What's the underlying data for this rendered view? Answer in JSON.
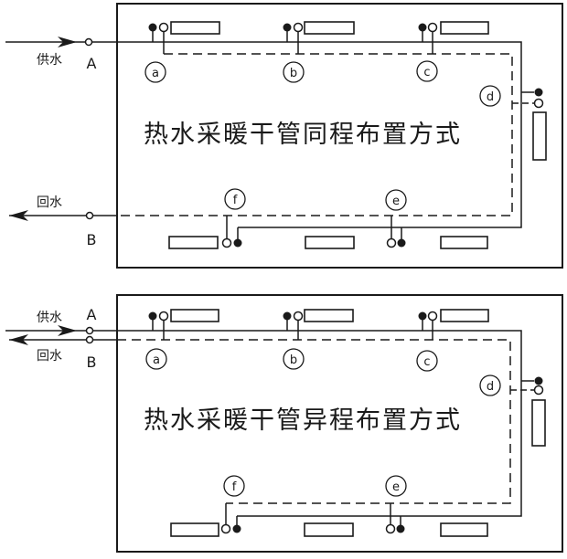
{
  "colors": {
    "line": "#1a1a1a",
    "background": "#ffffff"
  },
  "figure": {
    "top": {
      "title": "热水采暖干管同程布置方式",
      "supply_label": "供水",
      "return_label": "回水",
      "inlet_point": "A",
      "outlet_point": "B",
      "branches": {
        "a": "a",
        "b": "b",
        "c": "c",
        "d": "d",
        "e": "e",
        "f": "f"
      }
    },
    "bottom": {
      "title": "热水采暖干管异程布置方式",
      "supply_label": "供水",
      "return_label": "回水",
      "inlet_point": "A",
      "outlet_point": "B",
      "branches": {
        "a": "a",
        "b": "b",
        "c": "c",
        "d": "d",
        "e": "e",
        "f": "f"
      }
    }
  }
}
